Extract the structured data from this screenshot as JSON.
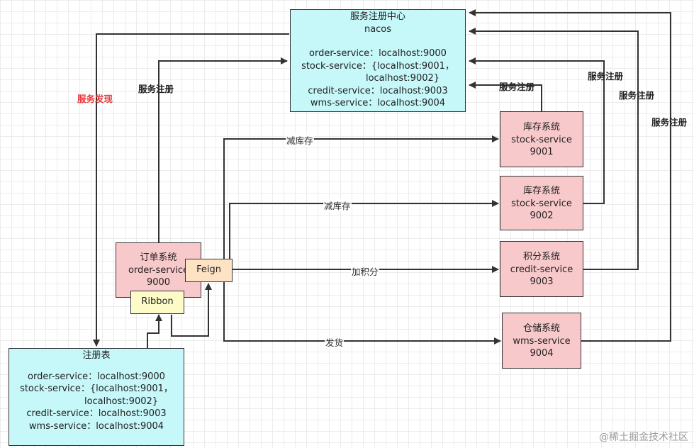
{
  "nacos": {
    "title": "服务注册中心",
    "name": "nacos",
    "entries": [
      "order-service：localhost:9000",
      "stock-service：{localhost:9001，",
      "localhost:9002}",
      "credit-service：localhost:9003",
      "wms-service：localhost:9004"
    ]
  },
  "registry": {
    "title": "注册表",
    "entries": [
      "order-service：localhost:9000",
      "stock-service：{localhost:9001，",
      "localhost:9002}",
      "credit-service：localhost:9003",
      "wms-service：localhost:9004"
    ]
  },
  "order": {
    "line1": "订单系统",
    "line2": "order-service",
    "line3": "9000"
  },
  "stock1": {
    "line1": "库存系统",
    "line2": "stock-service",
    "line3": "9001"
  },
  "stock2": {
    "line1": "库存系统",
    "line2": "stock-service",
    "line3": "9002"
  },
  "credit": {
    "line1": "积分系统",
    "line2": "credit-service",
    "line3": "9003"
  },
  "wms": {
    "line1": "仓储系统",
    "line2": "wms-service",
    "line3": "9004"
  },
  "feign": "Feign",
  "ribbon": "Ribbon",
  "labels": {
    "discovery": "服务发现",
    "register_order": "服务注册",
    "register_stock1": "服务注册",
    "register_stock2": "服务注册",
    "register_credit": "服务注册",
    "register_wms": "服务注册",
    "deduct_stock_1": "减库存",
    "deduct_stock_2": "减库存",
    "add_points": "加积分",
    "ship": "发货"
  },
  "watermark": "@稀土掘金技术社区"
}
